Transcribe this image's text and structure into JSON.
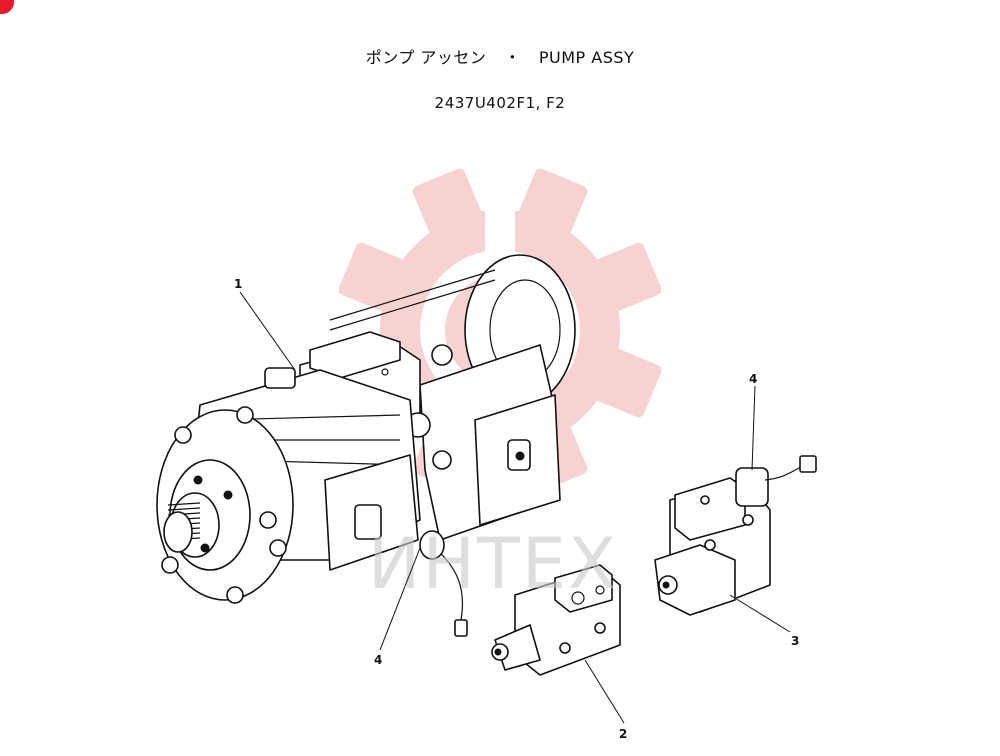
{
  "title": {
    "japanese": "ポンプ アッセン",
    "separator": "・",
    "english": "PUMP ASSY"
  },
  "part_code": "2437U402F1, F2",
  "callouts": [
    {
      "id": "c1",
      "label": "1"
    },
    {
      "id": "c2",
      "label": "2"
    },
    {
      "id": "c3",
      "label": "3"
    },
    {
      "id": "c4a",
      "label": "4"
    },
    {
      "id": "c4b",
      "label": "4"
    }
  ],
  "watermark": {
    "text": "ИНТЕХ",
    "gear_color": "#f7c9c9",
    "text_color": "#c9c9c9"
  },
  "colors": {
    "ink": "#111111",
    "corner_mark": "#e8192c"
  }
}
